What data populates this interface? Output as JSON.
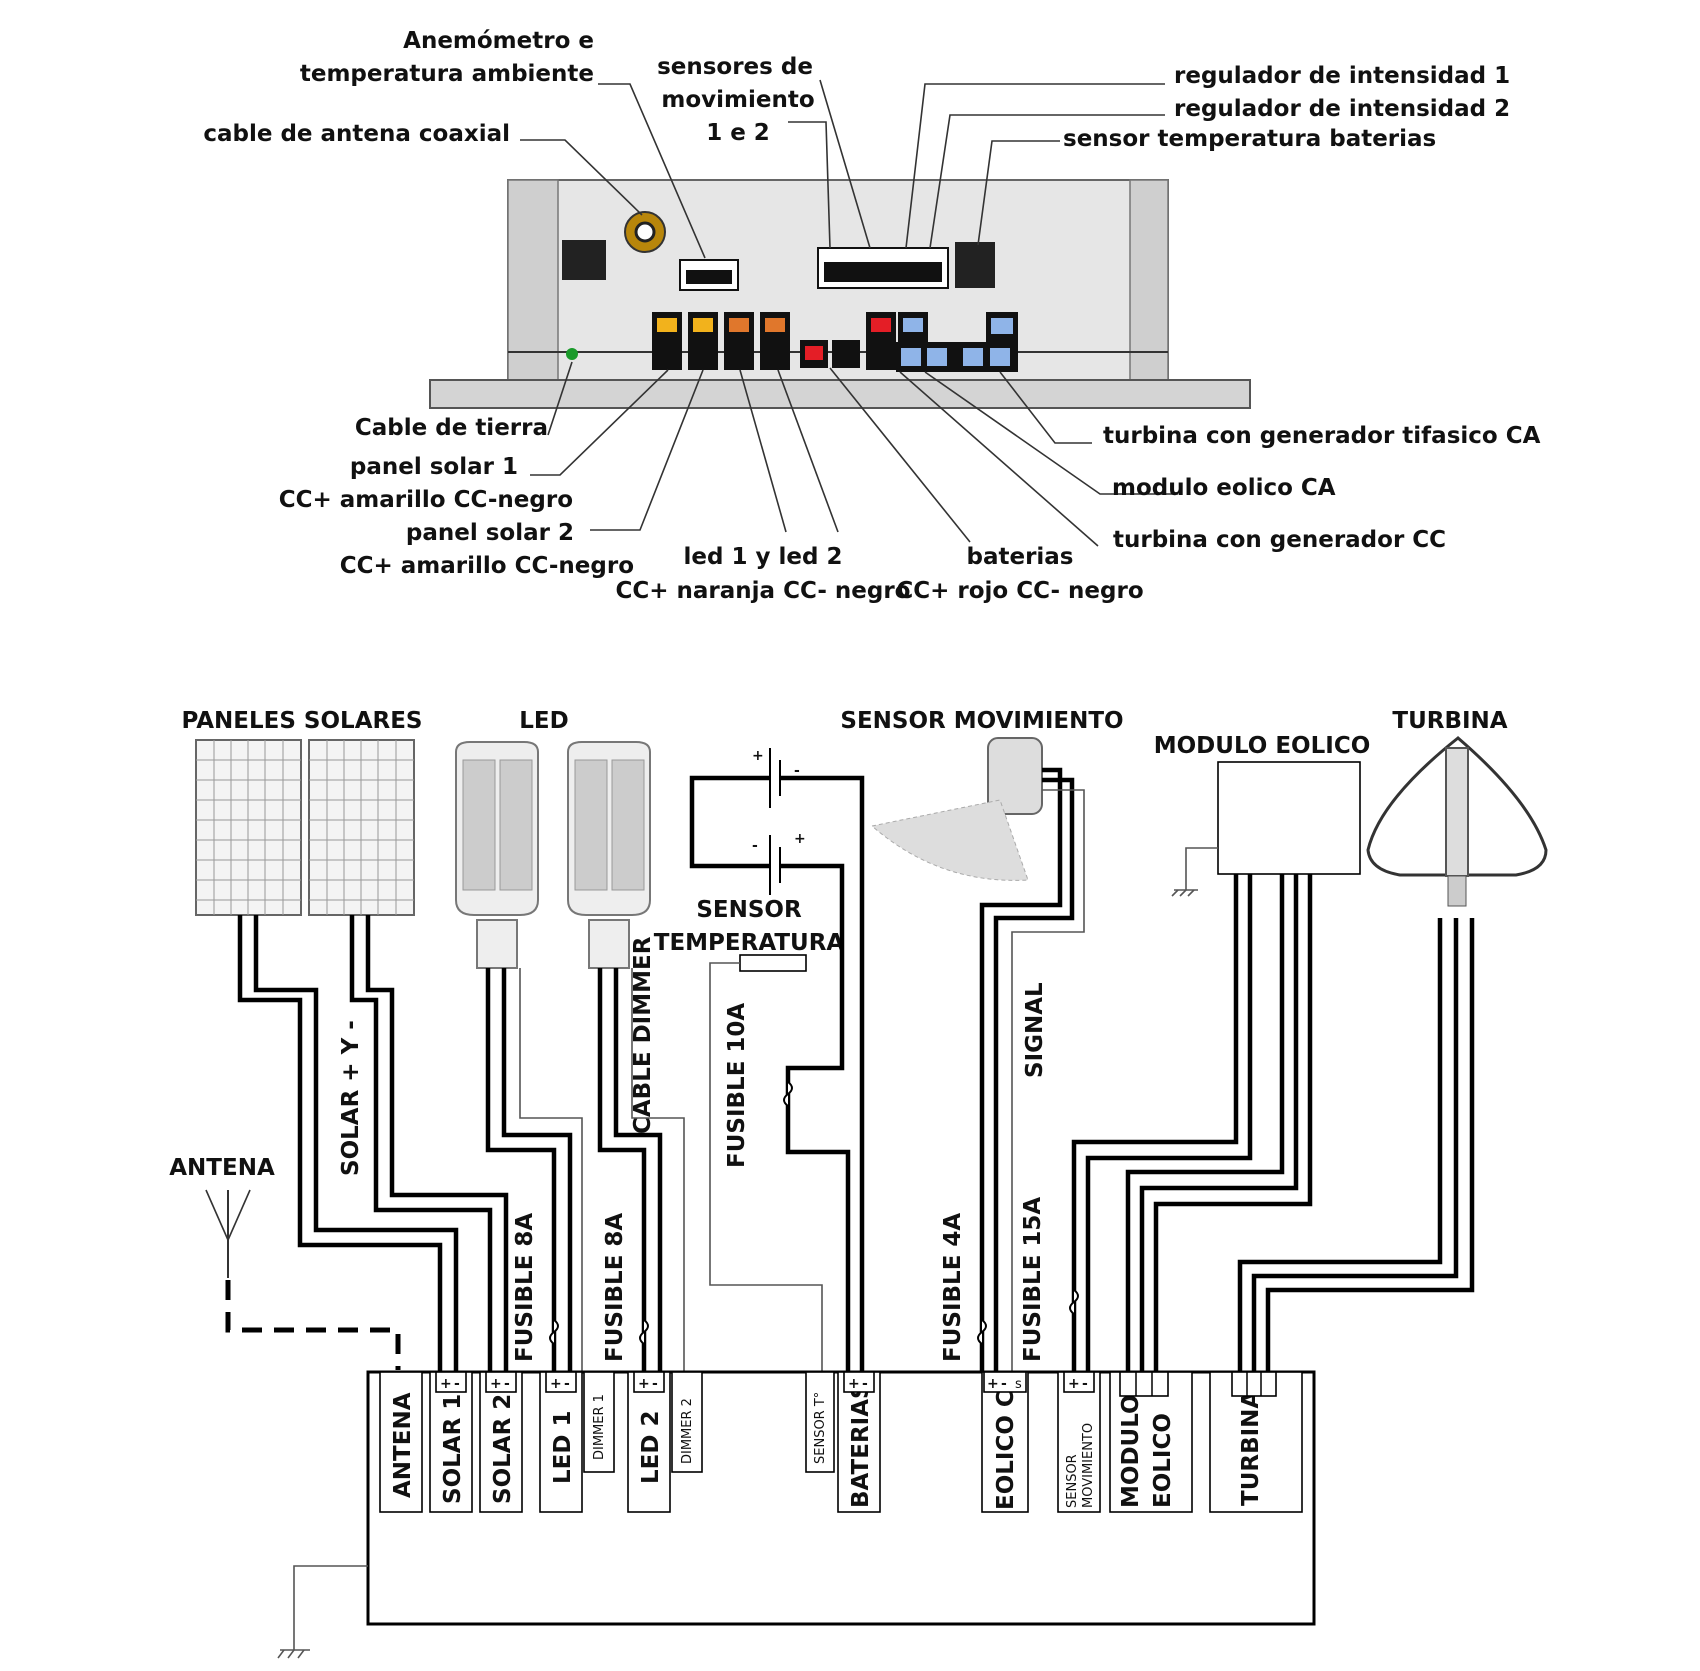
{
  "top_labels": {
    "anemometer_1": "Anemómetro e",
    "anemometer_2": "temperatura ambiente",
    "coax": "cable de antena coaxial",
    "motion_1": "sensores de",
    "motion_2": "movimiento",
    "motion_3": "1 e 2",
    "dimmer1": "regulador de intensidad 1",
    "dimmer2": "regulador de intensidad 2",
    "battery_temp": "sensor temperatura baterias",
    "ground": "Cable de tierra",
    "solar1_1": "panel solar 1",
    "solar1_2": "CC+ amarillo CC-negro",
    "solar2_1": "panel solar 2",
    "solar2_2": "CC+ amarillo  CC-negro",
    "led_1": "led 1 y led 2",
    "led_2": "CC+ naranja CC- negro",
    "batt_1": "baterias",
    "batt_2": "CC+ rojo CC- negro",
    "turbine_ac": "turbina con generador tifasico CA",
    "wind_ac": "modulo eolico CA",
    "turbine_dc": "turbina con generador CC"
  },
  "device_titles": {
    "solar": "PANELES SOLARES",
    "led": "LED",
    "motion": "SENSOR MOVIMIENTO",
    "wind_module": "MODULO EOLICO",
    "turbine": "TURBINA",
    "antenna": "ANTENA",
    "temp_1": "SENSOR",
    "temp_2": "TEMPERATURA"
  },
  "wire_labels": {
    "solar": "SOLAR + Y -",
    "fuse_8a_1": "FUSIBLE 8A",
    "fuse_8a_2": "FUSIBLE 8A",
    "cable_dimmer": "CABLE DIMMER",
    "fuse_10a": "FUSIBLE 10A",
    "signal": "SIGNAL",
    "fuse_4a": "FUSIBLE 4A",
    "fuse_15a": "FUSIBLE 15A"
  },
  "terminals": {
    "antena": "ANTENA",
    "solar1": "SOLAR 1",
    "solar2": "SOLAR 2",
    "led1": "LED 1",
    "dimmer1": "DIMMER 1",
    "led2": "LED 2",
    "dimmer2": "DIMMER 2",
    "sensor_t": "SENSOR T°",
    "baterias": "BATERIAS",
    "eolico_cc": "EOLICO CC",
    "sensor_mov_1": "SENSOR",
    "sensor_mov_2": "MOVIMIENTO",
    "modulo_1": "MODULO",
    "modulo_2": "EOLICO",
    "turbina": "TURBINA"
  },
  "polarity": {
    "plus": "+",
    "minus": "-",
    "signal": "s"
  },
  "colors": {
    "yellow_terminal": "#f2b21c",
    "orange_terminal": "#e0772c",
    "red_terminal": "#e41e26",
    "blue_terminal": "#8fb4e8",
    "ground_led": "#1a9a2a",
    "housing": "#dcdcdc"
  }
}
